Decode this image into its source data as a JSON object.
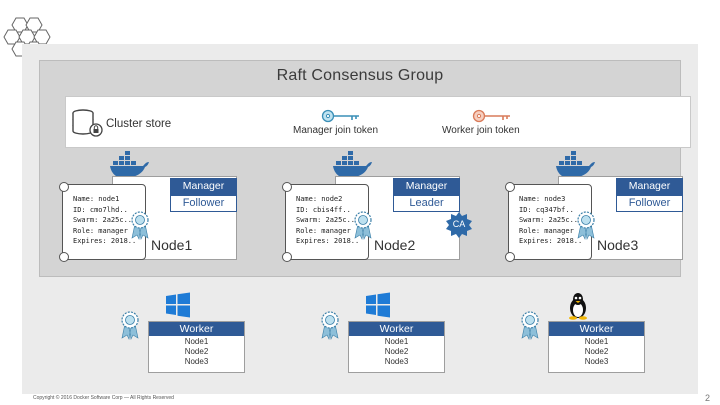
{
  "colors": {
    "accent": "#2f5a96",
    "group_bg": "#d4d4d4",
    "panel_bg": "#ebebeb"
  },
  "group": {
    "title": "Raft Consensus Group"
  },
  "store": {
    "label": "Cluster store",
    "icon": "database-lock-icon",
    "manager_token": "Manager join token",
    "worker_token": "Worker join token"
  },
  "managers": [
    {
      "role": "Manager",
      "state": "Follower",
      "name": "Node1",
      "cert": [
        "Name: node1",
        "ID: cmo7lhd..",
        "Swarm: 2a25c..",
        "Role: manager",
        "Expires: 2018.."
      ]
    },
    {
      "role": "Manager",
      "state": "Leader",
      "name": "Node2",
      "cert": [
        "Name: node2",
        "ID: cbis4ff..",
        "Swarm: 2a25c..",
        "Role: manager",
        "Expires: 2018.."
      ]
    },
    {
      "role": "Manager",
      "state": "Follower",
      "name": "Node3",
      "cert": [
        "Name: node3",
        "ID: cq347bf..",
        "Swarm: 2a25c..",
        "Role: manager",
        "Expires: 2018.."
      ]
    }
  ],
  "ca": {
    "label": "CA"
  },
  "workers": [
    {
      "role": "Worker",
      "os": "windows-icon",
      "nodes": [
        "Node1",
        "Node2",
        "Node3"
      ]
    },
    {
      "role": "Worker",
      "os": "windows-icon",
      "nodes": [
        "Node1",
        "Node2",
        "Node3"
      ]
    },
    {
      "role": "Worker",
      "os": "linux-tux-icon",
      "nodes": [
        "Node1",
        "Node2",
        "Node3"
      ]
    }
  ],
  "footer": {
    "copyright": "Copyright © 2016 Docker Software Corp — All Rights Reserved",
    "page": "2"
  }
}
